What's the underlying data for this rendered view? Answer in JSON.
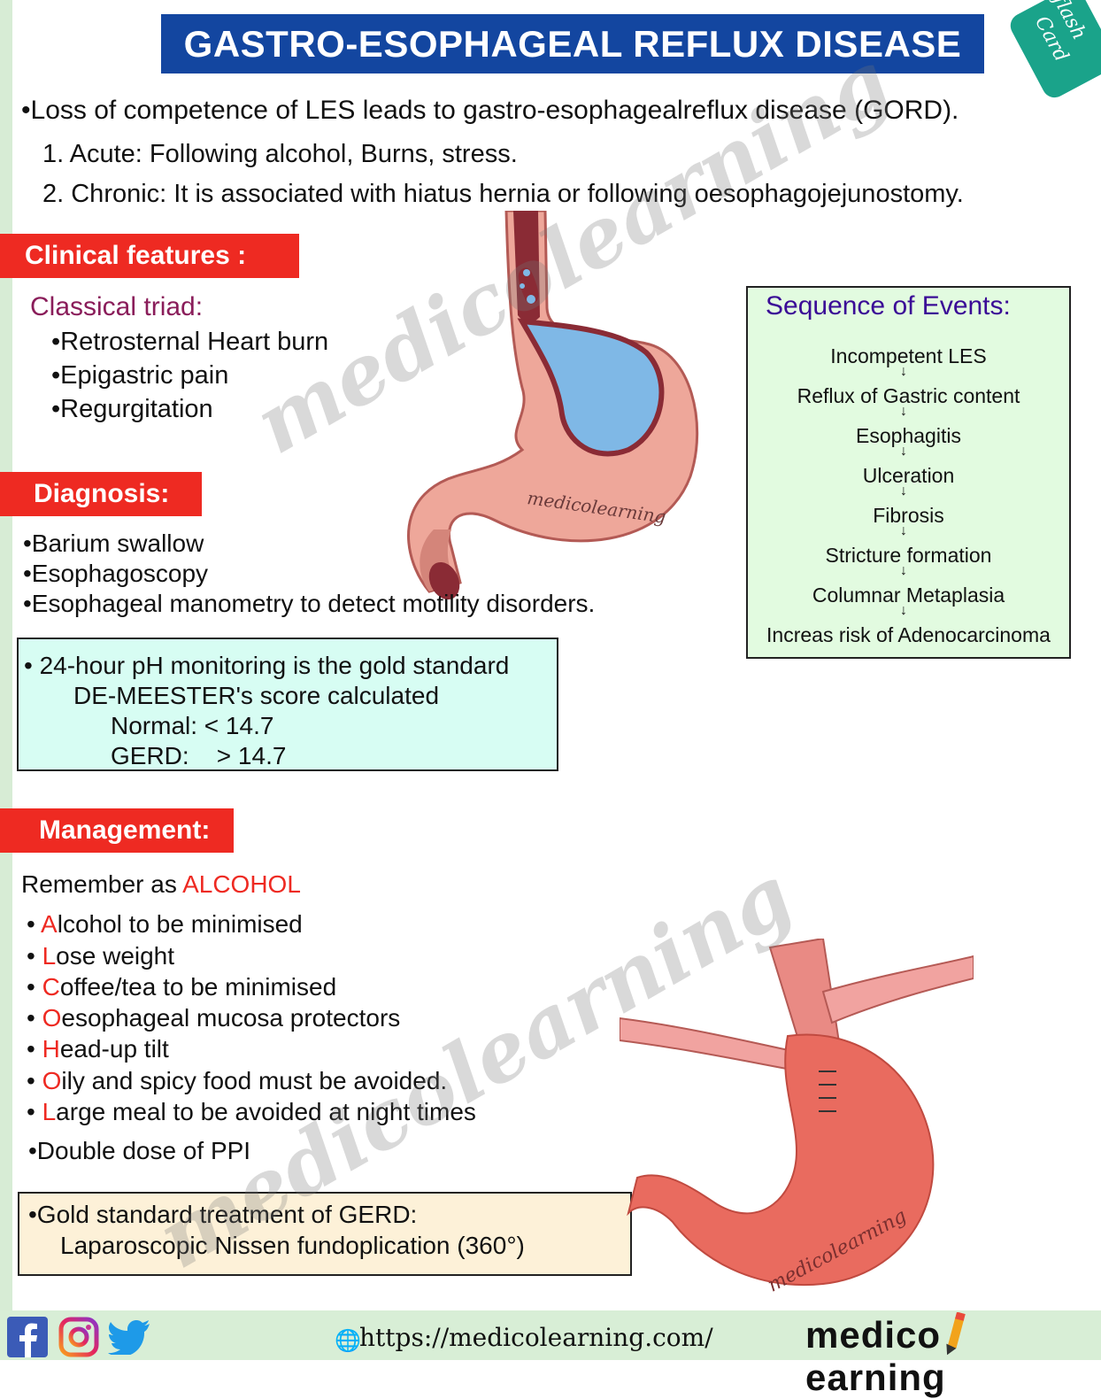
{
  "title": "GASTRO-ESOPHAGEAL REFLUX DISEASE",
  "badge": {
    "line1": "flash",
    "line2": "Card"
  },
  "intro": "•Loss of competence of LES leads to gastro-esophagealreflux disease (GORD).",
  "types": [
    "1. Acute: Following alcohol, Burns, stress.",
    "2. Chronic: It is associated with hiatus hernia or following oesophagojejunostomy."
  ],
  "clinical": {
    "heading": "Clinical features :",
    "triad_heading": "Classical triad:",
    "items": [
      "•Retrosternal Heart burn",
      "•Epigastric pain",
      "•Regurgitation"
    ]
  },
  "sequence": {
    "heading": "Sequence of Events:",
    "items": [
      "Incompetent LES",
      "Reflux of Gastric content",
      "Esophagitis",
      "Ulceration",
      "Fibrosis",
      "Stricture formation",
      "Columnar Metaplasia",
      "Increas risk of Adenocarcinoma"
    ]
  },
  "diagnosis": {
    "heading": "Diagnosis:",
    "items": [
      "•Barium swallow",
      "•Esophagoscopy",
      "•Esophageal manometry to detect motility disorders."
    ],
    "ph_box": {
      "line1": "• 24-hour pH monitoring is the gold standard",
      "line2": "DE-MEESTER's score calculated",
      "line3": "Normal: < 14.7",
      "line4": "GERD:    > 14.7"
    }
  },
  "management": {
    "heading": "Management:",
    "remember_prefix": "Remember as ",
    "remember_word": "ALCOHOL",
    "items": [
      {
        "letter": "A",
        "rest": "lcohol to be minimised"
      },
      {
        "letter": "L",
        "rest": "ose weight"
      },
      {
        "letter": "C",
        "rest": "offee/tea to be minimised"
      },
      {
        "letter": "O",
        "rest": "esophageal mucosa protectors"
      },
      {
        "letter": "H",
        "rest": "ead-up tilt"
      },
      {
        "letter": "O",
        "rest": "ily and spicy food must be avoided."
      },
      {
        "letter": "L",
        "rest": "arge meal to be avoided at night times"
      }
    ],
    "extra": "•Double dose of PPI",
    "gold_box": {
      "line1": "•Gold standard treatment of GERD:",
      "line2": "Laparoscopic Nissen fundoplication (360°)"
    }
  },
  "watermark": "medicolearning",
  "footer": {
    "url": "https://medicolearning.com/",
    "brand_left": "medico",
    "brand_right": "earning"
  },
  "icons": [
    "facebook-icon",
    "instagram-icon",
    "twitter-icon",
    "globe-icon"
  ],
  "colors": {
    "title_bg": "#1346a0",
    "tag_red": "#ee2a22",
    "badge": "#1aa38a",
    "seq_heading": "#3a0b96",
    "triad": "#8a1d5a"
  }
}
